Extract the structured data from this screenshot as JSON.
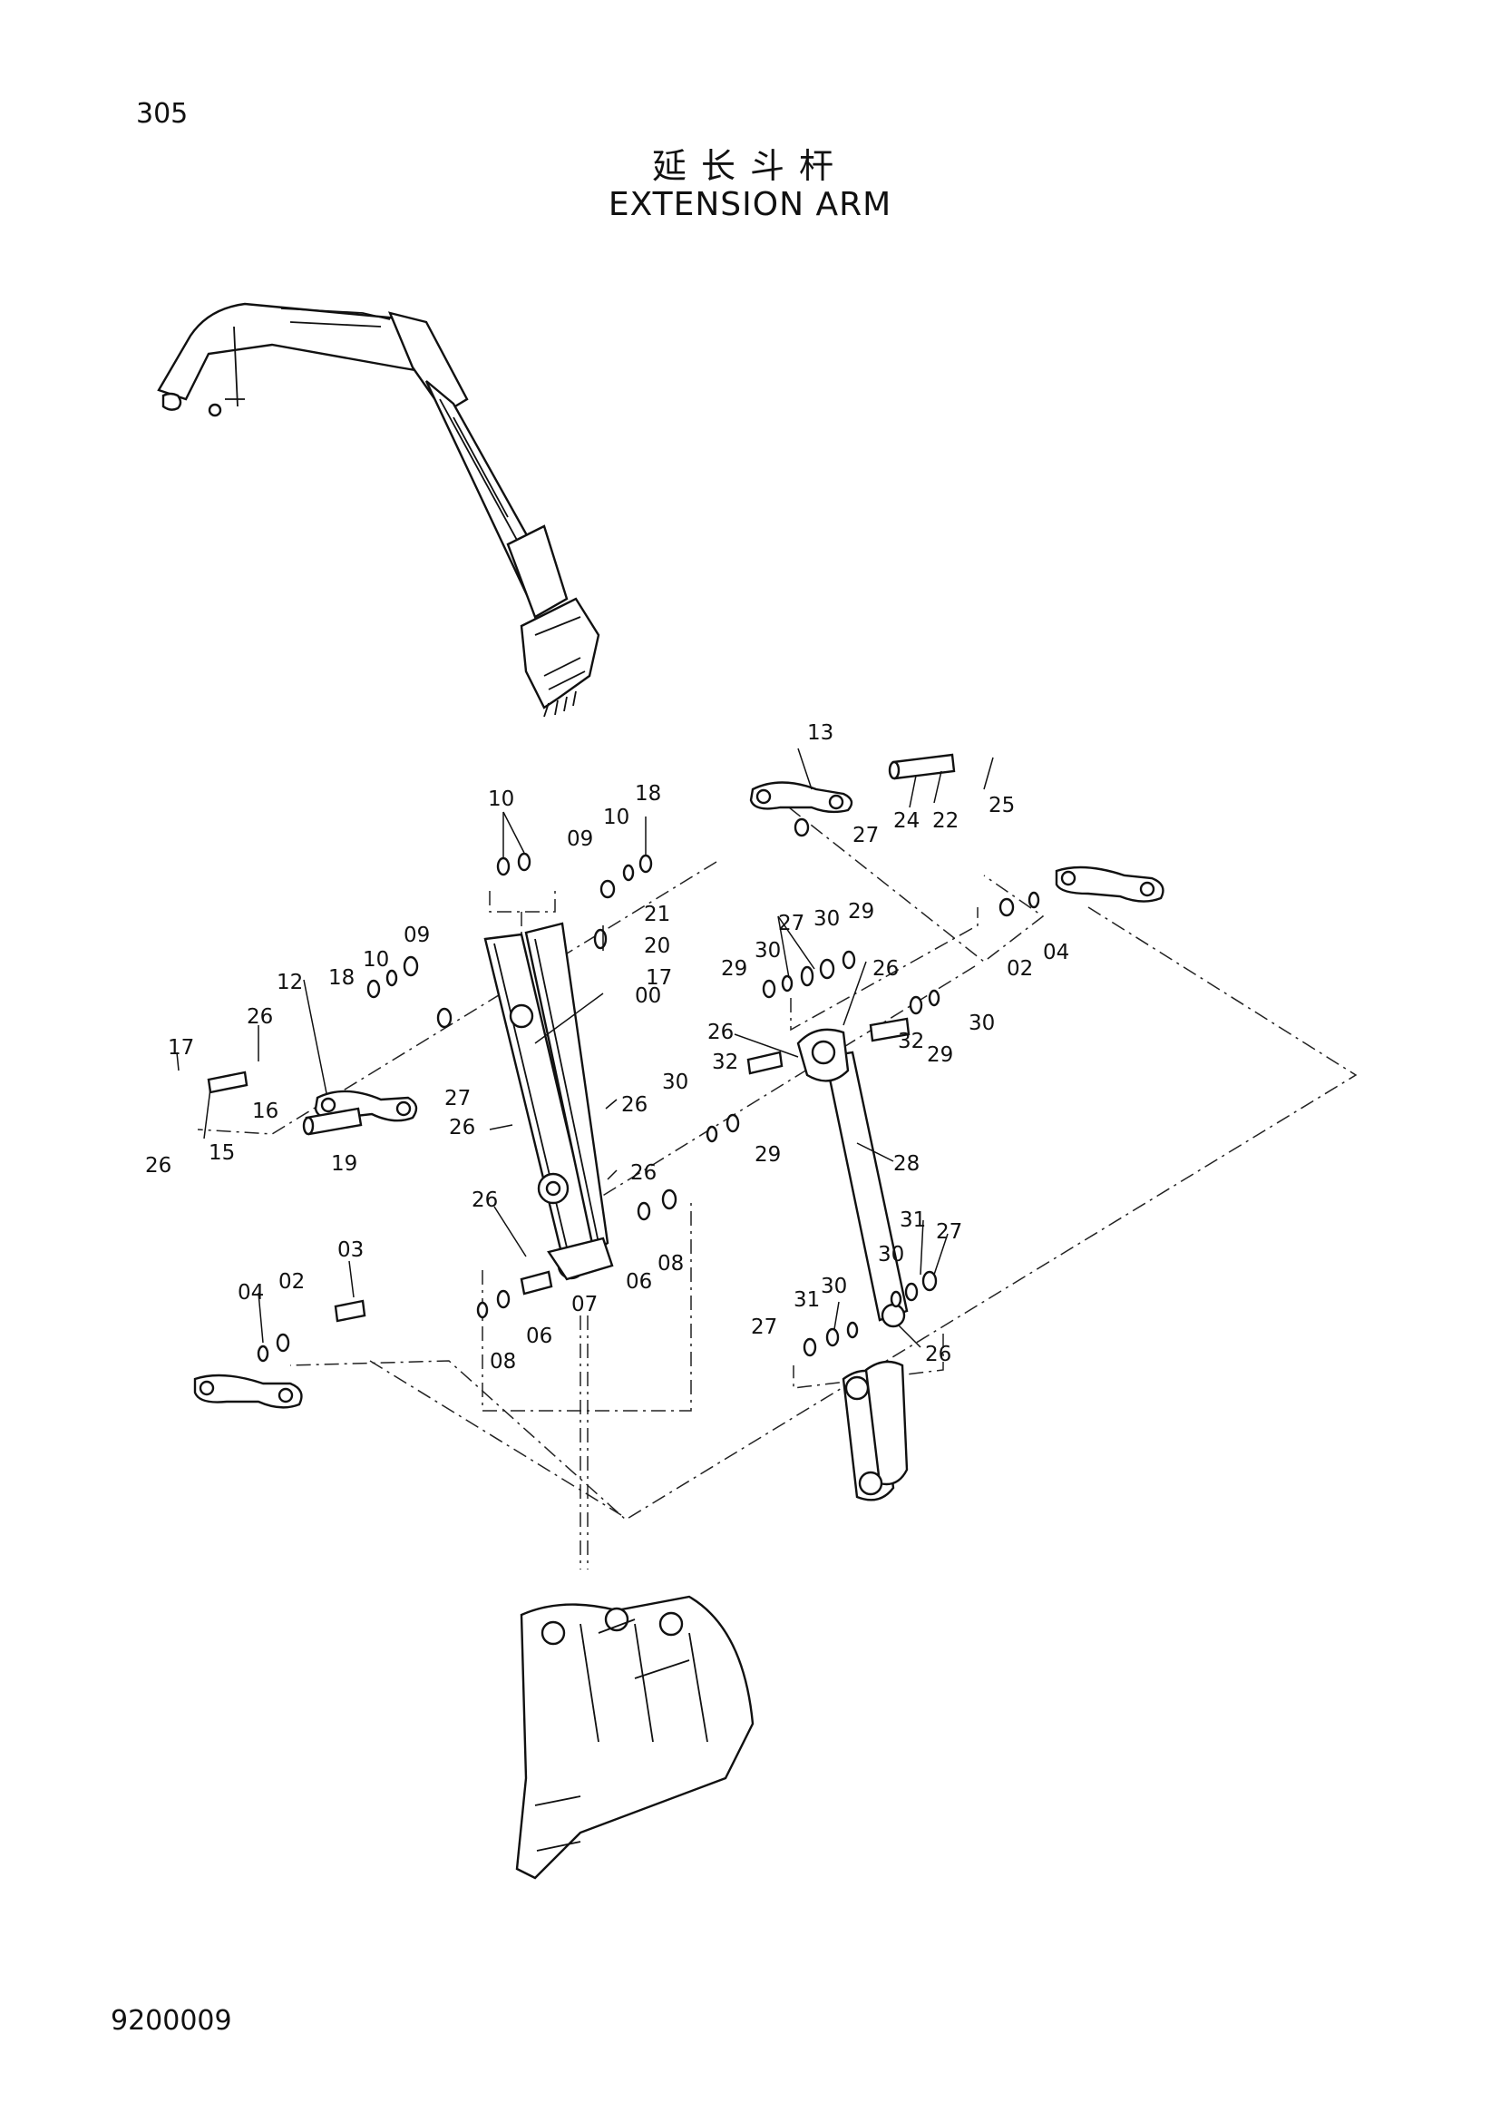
{
  "header": {
    "page_number": "305",
    "title_cn": "延长斗杆",
    "title_en": "EXTENSION ARM"
  },
  "footer": {
    "drawing_code": "9200009"
  },
  "callouts": {
    "c13": "13",
    "c10a": "10",
    "c18a": "18",
    "c09a": "09",
    "c10b": "10",
    "c24": "24",
    "c22": "22",
    "c25": "25",
    "c27a": "27",
    "c21": "21",
    "c20": "20",
    "c17a": "17",
    "c27b": "27",
    "c30a": "30",
    "c29a": "29",
    "c30b": "30",
    "c29b": "29",
    "c26a": "26",
    "c02a": "02",
    "c04a": "04",
    "c12": "12",
    "c18b": "18",
    "c10c": "10",
    "c09b": "09",
    "c17b": "17",
    "c26b": "26",
    "c16": "16",
    "c26c": "26",
    "c15": "15",
    "c19": "19",
    "c27c": "27",
    "c26d": "26",
    "c00": "00",
    "c26e": "26",
    "c26f": "26",
    "c26g": "26",
    "c26h": "26",
    "c32a": "32",
    "c30c": "30",
    "c29c": "29",
    "c32b": "32",
    "c30d": "30",
    "c29d": "29",
    "c28": "28",
    "c03": "03",
    "c04b": "04",
    "c02b": "02",
    "c06a": "06",
    "c08a": "08",
    "c07": "07",
    "c06b": "06",
    "c08b": "08",
    "c31a": "31",
    "c27d": "27",
    "c30e": "30",
    "c31b": "31",
    "c30f": "30",
    "c27e": "27",
    "c26i": "26"
  }
}
